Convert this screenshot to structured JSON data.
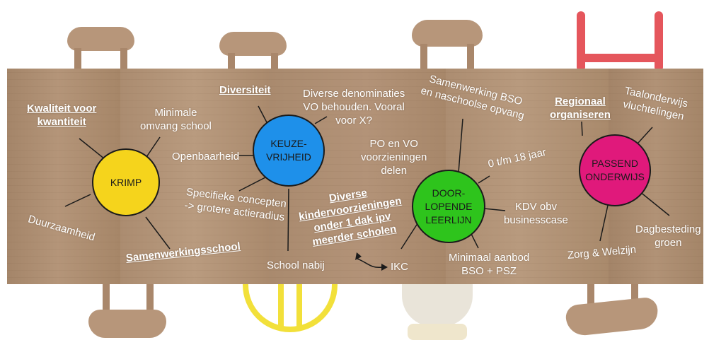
{
  "hubs": {
    "krimp": {
      "label": "KRIMP",
      "color": "#f5d41c"
    },
    "keuze": {
      "line1": "KEUZE-",
      "line2": "VRIJHEID",
      "color": "#1e90ea"
    },
    "door": {
      "line1": "DOOR-",
      "line2": "LOPENDE",
      "line3": "LEERLIJN",
      "color": "#2ec41c"
    },
    "passend": {
      "line1": "PASSEND",
      "line2": "ONDERWIJS",
      "color": "#e0197b"
    }
  },
  "krimp": {
    "kwaliteit_1": "Kwaliteit voor",
    "kwaliteit_2": "kwantiteit",
    "minimale_1": "Minimale",
    "minimale_2": "omvang school",
    "duurzaamheid": "Duurzaamheid",
    "samenwerkingsschool": "Samenwerkingsschool"
  },
  "keuze": {
    "diversiteit": "Diversiteit",
    "denominaties_1": "Diverse denominaties",
    "denominaties_2": "VO behouden. Vooral",
    "denominaties_3": "voor X?",
    "openbaarheid": "Openbaarheid",
    "specifieke_1": "Specifieke concepten",
    "specifieke_2": "-> grotere actieradius",
    "school_nabij": "School nabij"
  },
  "door": {
    "samenwerking_1": "Samenwerking BSO",
    "samenwerking_2": "en naschoolse opvang",
    "po_vo_1": "PO en VO",
    "po_vo_2": "voorzieningen",
    "po_vo_3": "delen",
    "leeftijd": "0 t/m 18 jaar",
    "diverse_1": "Diverse",
    "diverse_2": "kindervoorzieningen",
    "diverse_3": "onder 1 dak ipv",
    "diverse_4": "meerder scholen",
    "kdv_1": "KDV obv",
    "kdv_2": "businesscase",
    "minimaal_1": "Minimaal aanbod",
    "minimaal_2": "BSO + PSZ",
    "ikc": "IKC"
  },
  "passend": {
    "regionaal_1": "Regionaal",
    "regionaal_2": "organiseren",
    "taal_1": "Taalonderwijs",
    "taal_2": "vluchtelingen",
    "dagbesteding_1": "Dagbesteding",
    "dagbesteding_2": "groen",
    "zorg": "Zorg & Welzijn"
  }
}
